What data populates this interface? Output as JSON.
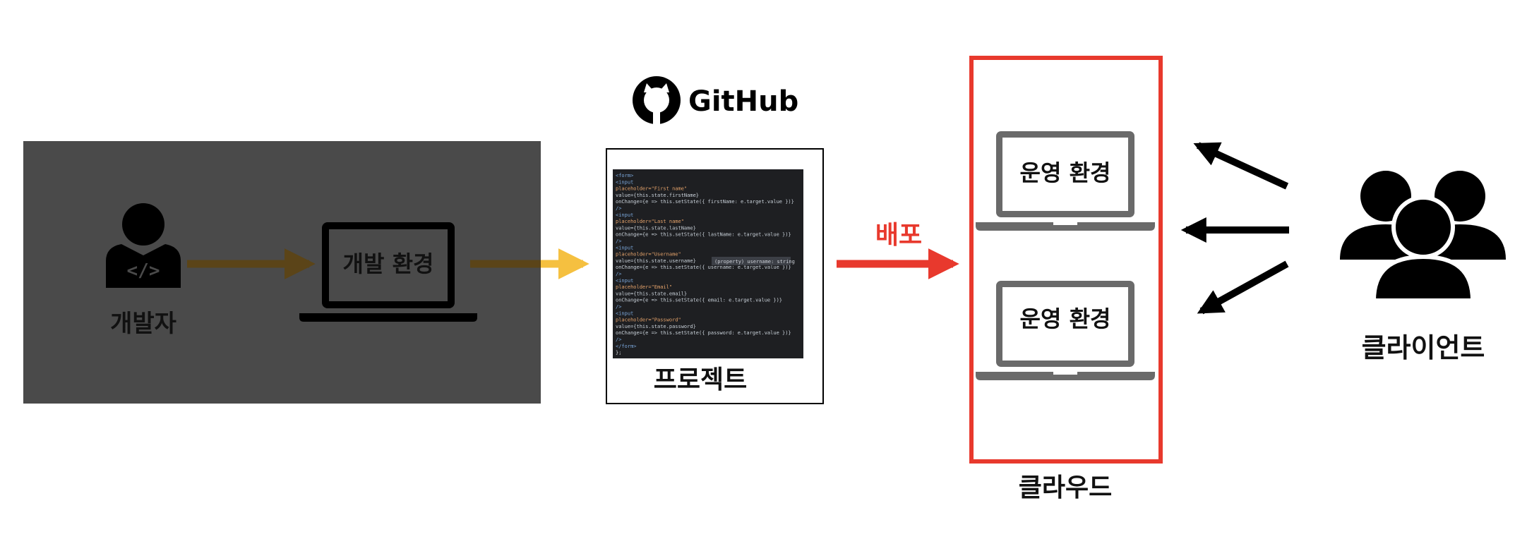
{
  "developer": {
    "label": "개발자",
    "icon": "developer-icon"
  },
  "dev_environment": {
    "label": "개발 환경",
    "icon": "laptop-icon"
  },
  "github": {
    "logo_text": "GitHub",
    "icon": "github-octocat-icon"
  },
  "project": {
    "label": "프로젝트",
    "code_lines": [
      "<form>",
      "  <input",
      "    placeholder=\"First name\"",
      "    value={this.state.firstName}",
      "    onChange={e => this.setState({ firstName: e.target.value })}",
      "  />",
      "  <input",
      "    placeholder=\"Last name\"",
      "    value={this.state.lastName}",
      "    onChange={e => this.setState({ lastName: e.target.value })}",
      "  />",
      "  <input",
      "    placeholder=\"Username\"",
      "    value={this.state.username}",
      "    onChange={e => this.setState({ username: e.target.value })}",
      "  />",
      "  <input",
      "    placeholder=\"Email\"",
      "    value={this.state.email}",
      "    onChange={e => this.setState({ email: e.target.value })}",
      "  />",
      "  <input",
      "    placeholder=\"Password\"",
      "    value={this.state.password}",
      "    onChange={e => this.setState({ password: e.target.value })}",
      "  />",
      "</form>",
      "};"
    ],
    "code_tooltip": "(property) username: string"
  },
  "deploy": {
    "label": "배포",
    "color": "#e8392d"
  },
  "cloud": {
    "label": "클라우드",
    "border_color": "#e8392d",
    "servers": [
      {
        "label": "운영 환경"
      },
      {
        "label": "운영 환경"
      }
    ]
  },
  "clients": {
    "label": "클라이언트",
    "icon": "users-group-icon"
  },
  "colors": {
    "overlay": "#4a4a4a",
    "dev_arrow": "#5b4418",
    "push_arrow": "#f5c040",
    "code_bg": "#1e1f22",
    "laptop": "#6a6a6a",
    "text": "#111111"
  }
}
